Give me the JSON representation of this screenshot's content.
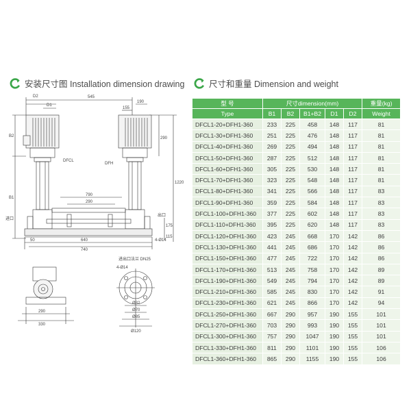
{
  "left_section": {
    "title": "安装尺寸图 Installation dimension drawing"
  },
  "right_section": {
    "title": "尺寸和重量 Dimension and weight"
  },
  "colors": {
    "header_green": "#57b55a",
    "row_bg": "#eef5ea",
    "accent_green": "#3aa648"
  },
  "icon": "c-arrow-logo-icon",
  "drawing_labels": {
    "d2": "D2",
    "d1": "D1",
    "w545": "545",
    "w190": "190",
    "w155": "155",
    "b2": "B2",
    "b1": "B1",
    "h290": "290",
    "h1220": "1220",
    "dfcl": "DFCL",
    "dfh": "DFH",
    "w790": "790",
    "w290": "290",
    "inlet": "进口",
    "outlet": "出口",
    "h175": "175",
    "h115": "115",
    "w50": "50",
    "w640": "640",
    "w740": "740",
    "holes": "4-Ø14",
    "inout": "进出口法兰 DN25",
    "holes2": "4-Ø14",
    "w290b": "290",
    "w330": "330",
    "dia32": "Ø32",
    "dia70": "Ø70",
    "dia85": "Ø85",
    "dia120": "Ø120"
  },
  "table": {
    "header1": {
      "model": "型 号",
      "dimension": "尺寸dimension(mm)",
      "weight": "重量(kg)"
    },
    "header2": {
      "type": "Type",
      "b1": "B1",
      "b2": "B2",
      "b1b2": "B1+B2",
      "d1": "D1",
      "d2": "D2",
      "weight": "Weight"
    },
    "rows": [
      [
        "DFCL1-20+DFH1-360",
        "233",
        "225",
        "458",
        "148",
        "117",
        "81"
      ],
      [
        "DFCL1-30+DFH1-360",
        "251",
        "225",
        "476",
        "148",
        "117",
        "81"
      ],
      [
        "DFCL1-40+DFH1-360",
        "269",
        "225",
        "494",
        "148",
        "117",
        "81"
      ],
      [
        "DFCL1-50+DFH1-360",
        "287",
        "225",
        "512",
        "148",
        "117",
        "81"
      ],
      [
        "DFCL1-60+DFH1-360",
        "305",
        "225",
        "530",
        "148",
        "117",
        "81"
      ],
      [
        "DFCL1-70+DFH1-360",
        "323",
        "225",
        "548",
        "148",
        "117",
        "81"
      ],
      [
        "DFCL1-80+DFH1-360",
        "341",
        "225",
        "566",
        "148",
        "117",
        "83"
      ],
      [
        "DFCL1-90+DFH1-360",
        "359",
        "225",
        "584",
        "148",
        "117",
        "83"
      ],
      [
        "DFCL1-100+DFH1-360",
        "377",
        "225",
        "602",
        "148",
        "117",
        "83"
      ],
      [
        "DFCL1-110+DFH1-360",
        "395",
        "225",
        "620",
        "148",
        "117",
        "83"
      ],
      [
        "DFCL1-120+DFH1-360",
        "423",
        "245",
        "668",
        "170",
        "142",
        "86"
      ],
      [
        "DFCL1-130+DFH1-360",
        "441",
        "245",
        "686",
        "170",
        "142",
        "86"
      ],
      [
        "DFCL1-150+DFH1-360",
        "477",
        "245",
        "722",
        "170",
        "142",
        "86"
      ],
      [
        "DFCL1-170+DFH1-360",
        "513",
        "245",
        "758",
        "170",
        "142",
        "89"
      ],
      [
        "DFCL1-190+DFH1-360",
        "549",
        "245",
        "794",
        "170",
        "142",
        "89"
      ],
      [
        "DFCL1-210+DFH1-360",
        "585",
        "245",
        "830",
        "170",
        "142",
        "91"
      ],
      [
        "DFCL1-230+DFH1-360",
        "621",
        "245",
        "866",
        "170",
        "142",
        "94"
      ],
      [
        "DFCL1-250+DFH1-360",
        "667",
        "290",
        "957",
        "190",
        "155",
        "101"
      ],
      [
        "DFCL1-270+DFH1-360",
        "703",
        "290",
        "993",
        "190",
        "155",
        "101"
      ],
      [
        "DFCL1-300+DFH1-360",
        "757",
        "290",
        "1047",
        "190",
        "155",
        "101"
      ],
      [
        "DFCL1-330+DFH1-360",
        "811",
        "290",
        "1101",
        "190",
        "155",
        "106"
      ],
      [
        "DFCL1-360+DFH1-360",
        "865",
        "290",
        "1155",
        "190",
        "155",
        "106"
      ]
    ]
  }
}
